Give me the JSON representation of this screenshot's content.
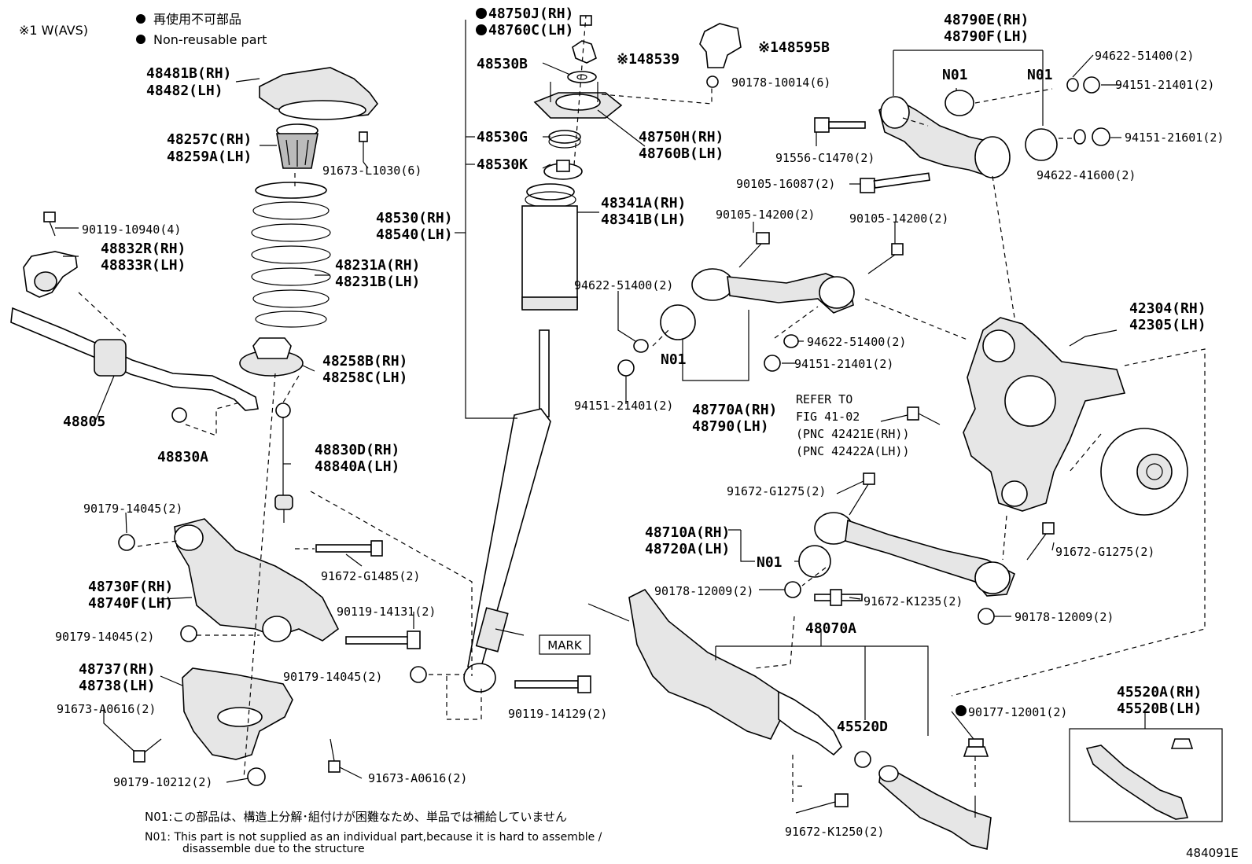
{
  "legend": {
    "avs_note": "※1 W(AVS)",
    "non_reusable_jp": "再使用不可部品",
    "non_reusable_en": "Non-reusable part"
  },
  "labels": {
    "p48481B": "48481B(RH)",
    "p48482": "48482(LH)",
    "p48257C": "48257C(RH)",
    "p48259A": "48259A(LH)",
    "p91673L1030": "91673-L1030(6)",
    "p90119_10940": "90119-10940(4)",
    "p48832R": "48832R(RH)",
    "p48833R": "48833R(LH)",
    "p48231A": "48231A(RH)",
    "p48231B": "48231B(LH)",
    "p48258B": "48258B(RH)",
    "p48258C": "48258C(LH)",
    "p48805": "48805",
    "p48830A": "48830A",
    "p48830D": "48830D(RH)",
    "p48840A": "48840A(LH)",
    "p90179_14045_a": "90179-14045(2)",
    "p91672_G1485": "91672-G1485(2)",
    "p48730F": "48730F(RH)",
    "p48740F": "48740F(LH)",
    "p90119_14131": "90119-14131(2)",
    "p90179_14045_b": "90179-14045(2)",
    "p90179_14045_c": "90179-14045(2)",
    "p48737": "48737(RH)",
    "p48738": "48738(LH)",
    "p91673_A0616_a": "91673-A0616(2)",
    "p90179_10212": "90179-10212(2)",
    "p91673_A0616_b": "91673-A0616(2)",
    "p48750J": "48750J(RH)",
    "p48760C": "48760C(LH)",
    "p48539": "※148539",
    "p48595B": "※148595B",
    "p48530B": "48530B",
    "p90178_10014": "90178-10014(6)",
    "p48530G": "48530G",
    "p48530K": "48530K",
    "p48750H": "48750H(RH)",
    "p48760B": "48760B(LH)",
    "p48530": "48530(RH)",
    "p48540": "48540(LH)",
    "p48341A": "48341A(RH)",
    "p48341B": "48341B(LH)",
    "p90119_14129": "90119-14129(2)",
    "mark": "MARK",
    "p48790E": "48790E(RH)",
    "p48790F": "48790F(LH)",
    "n01_a": "N01",
    "n01_b": "N01",
    "p94622_51400_a": "94622-51400(2)",
    "p94151_21401_a": "94151-21401(2)",
    "p91556": "91556-C1470(2)",
    "p94151_21601": "94151-21601(2)",
    "p90105_16087": "90105-16087(2)",
    "p94622_41600": "94622-41600(2)",
    "p90105_14200_a": "90105-14200(2)",
    "p90105_14200_b": "90105-14200(2)",
    "p94622_51400_b": "94622-51400(2)",
    "n01_c": "N01",
    "p94622_51400_c": "94622-51400(2)",
    "p94151_21401_b": "94151-21401(2)",
    "p94151_21401_c": "94151-21401(2)",
    "p48770A": "48770A(RH)",
    "p48790": "48790(LH)",
    "p42304": "42304(RH)",
    "p42305": "42305(LH)",
    "refer1": "REFER TO",
    "refer2": "FIG 41-02",
    "refer3": "(PNC 42421E(RH))",
    "refer4": "(PNC 42422A(LH))",
    "p91672_G1275_a": "91672-G1275(2)",
    "p48710A": "48710A(RH)",
    "p48720A": "48720A(LH)",
    "n01_d": "N01",
    "p91672_G1275_b": "91672-G1275(2)",
    "p90178_12009_a": "90178-12009(2)",
    "p91672_K1235": "91672-K1235(2)",
    "p90178_12009_b": "90178-12009(2)",
    "p48070A": "48070A",
    "p45520D": "45520D",
    "p90177_12001": "90177-12001(2)",
    "p45520A": "45520A(RH)",
    "p45520B": "45520B(LH)",
    "p91672_K1250": "91672-K1250(2)"
  },
  "notes": {
    "n01_jp": "N01:この部品は、構造上分解･組付けが困難なため、単品では補給していません",
    "n01_en_1": "N01: This part is not supplied as an individual part,because it is hard to assemble /",
    "n01_en_2": "disassemble due to the structure",
    "fig_code": "484091E"
  }
}
